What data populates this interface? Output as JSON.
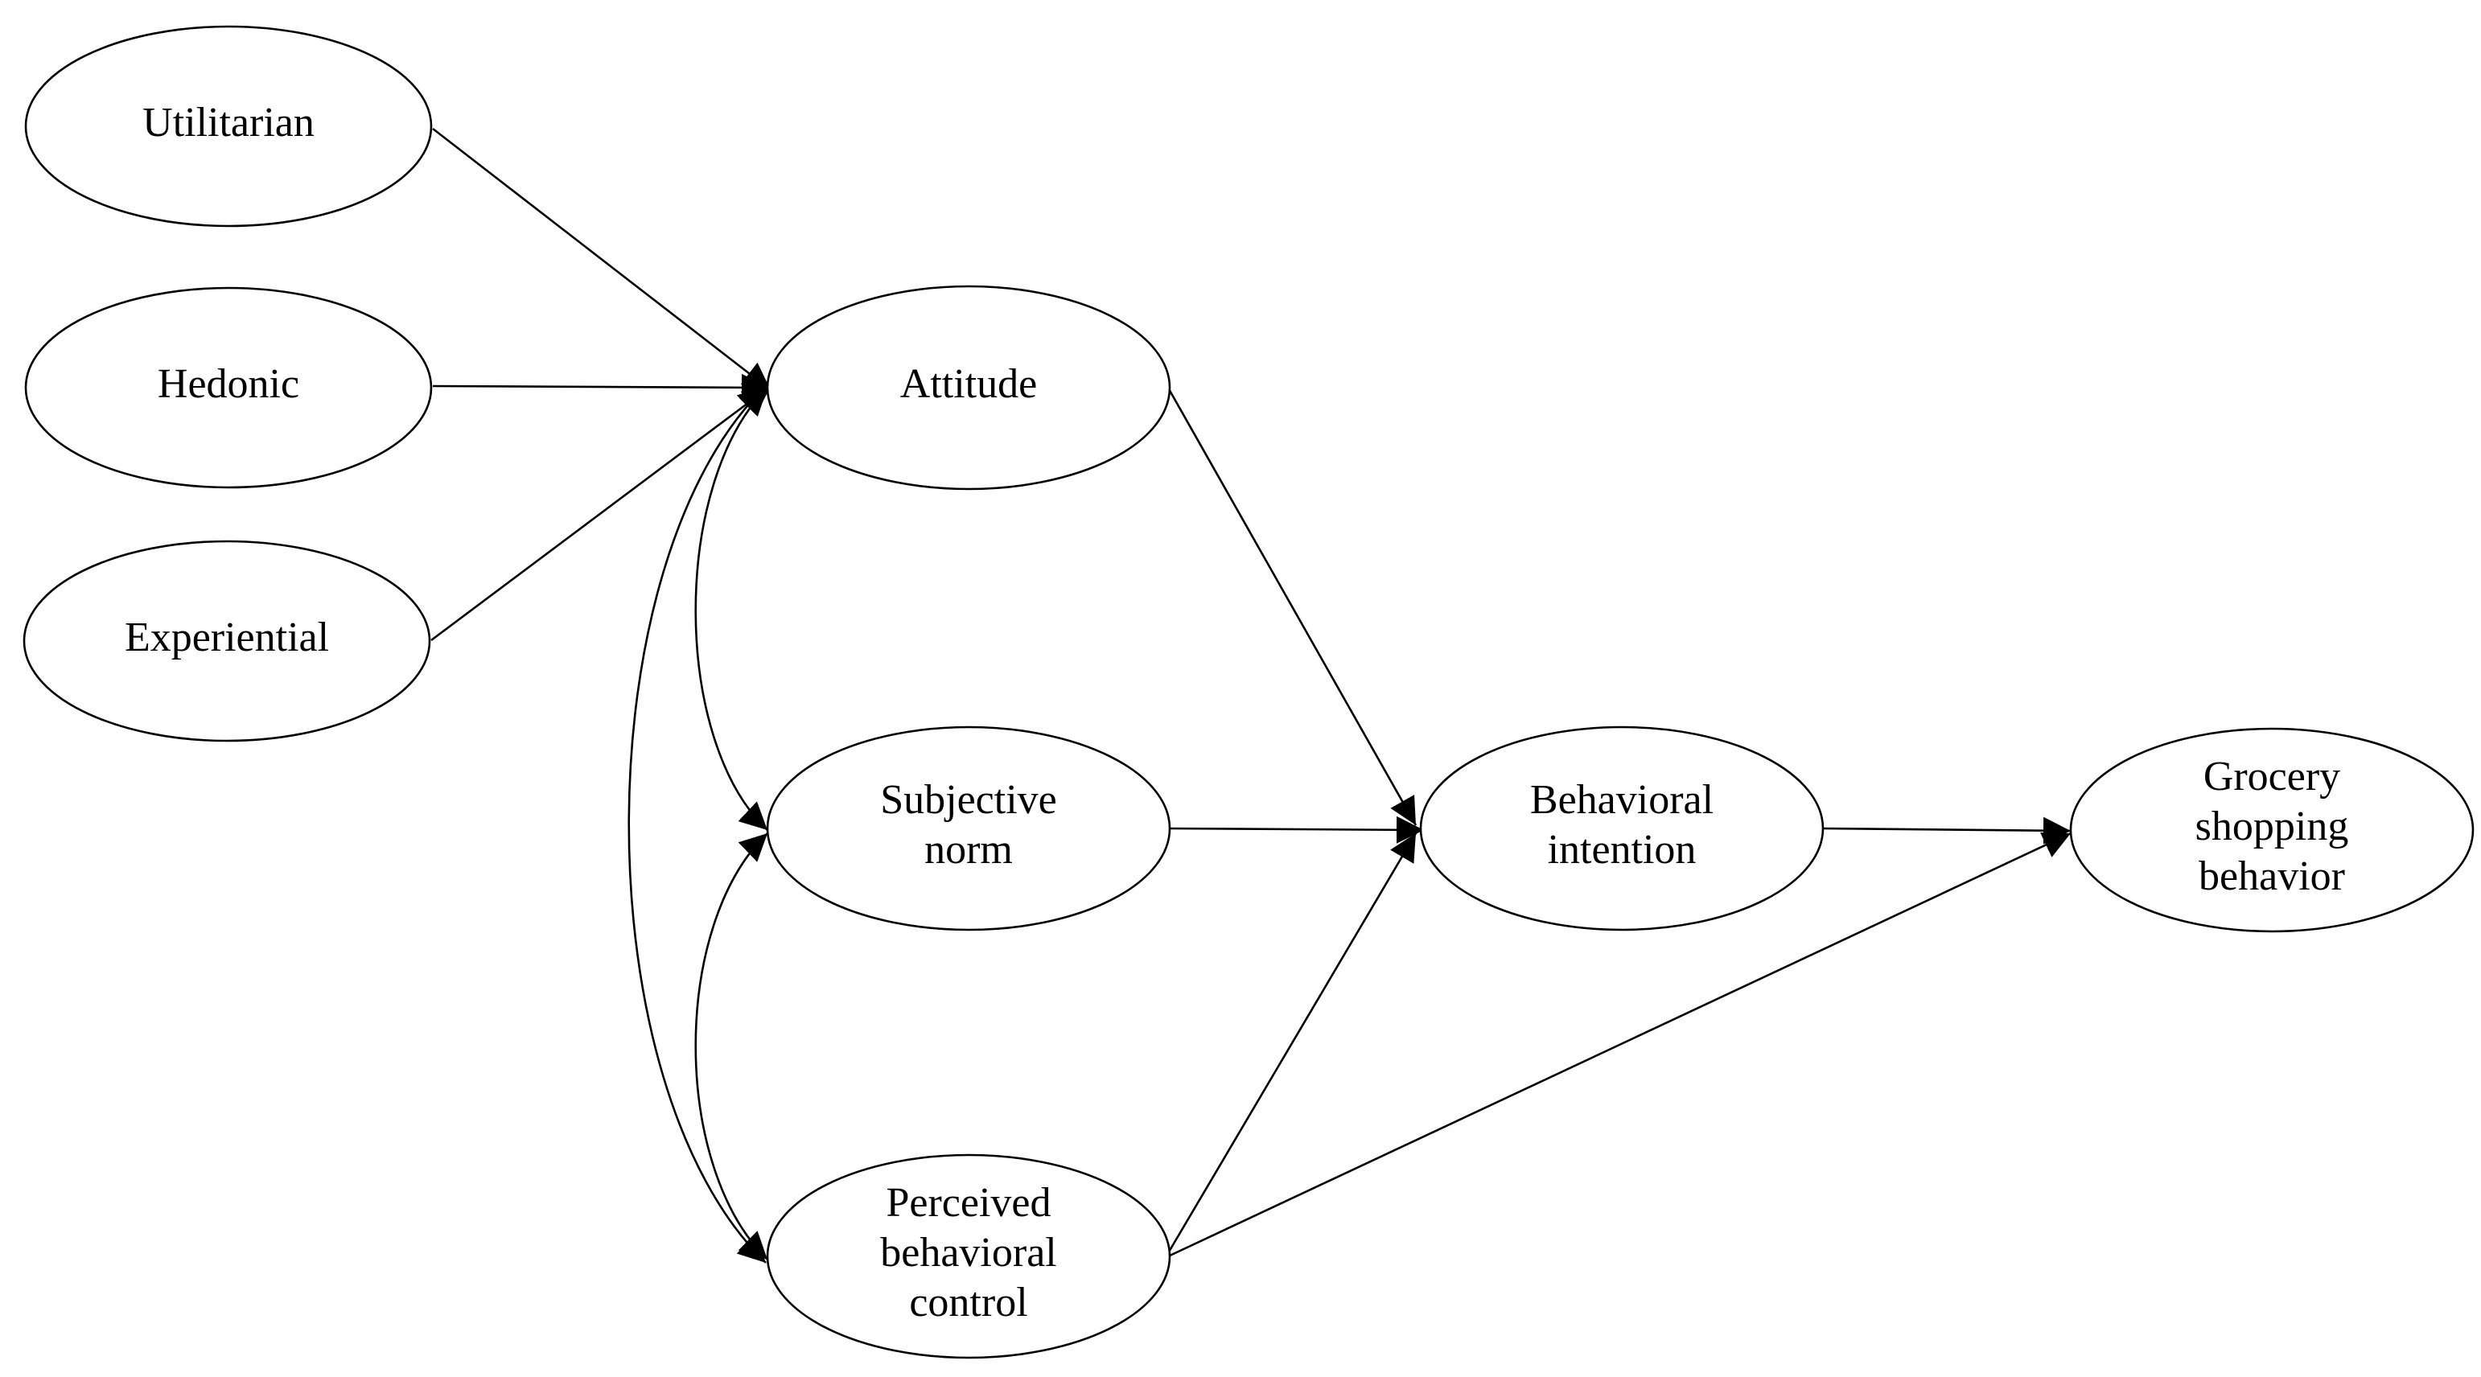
{
  "nodes": {
    "utilitarian": [
      "Utilitarian"
    ],
    "hedonic": [
      "Hedonic"
    ],
    "experiential": [
      "Experiential"
    ],
    "attitude": [
      "Attitude"
    ],
    "subjective_norm": [
      "Subjective",
      "norm"
    ],
    "perceived_behavioral_control": [
      "Perceived",
      "behavioral",
      "control"
    ],
    "behavioral_intention": [
      "Behavioral",
      "intention"
    ],
    "grocery_shopping_behavior": [
      "Grocery",
      "shopping",
      "behavior"
    ]
  },
  "edges": [
    {
      "from": "utilitarian",
      "to": "attitude",
      "type": "directed"
    },
    {
      "from": "hedonic",
      "to": "attitude",
      "type": "directed"
    },
    {
      "from": "experiential",
      "to": "attitude",
      "type": "directed"
    },
    {
      "from": "attitude",
      "to": "behavioral_intention",
      "type": "directed"
    },
    {
      "from": "subjective_norm",
      "to": "behavioral_intention",
      "type": "directed"
    },
    {
      "from": "perceived_behavioral_control",
      "to": "behavioral_intention",
      "type": "directed"
    },
    {
      "from": "behavioral_intention",
      "to": "grocery_shopping_behavior",
      "type": "directed"
    },
    {
      "from": "perceived_behavioral_control",
      "to": "grocery_shopping_behavior",
      "type": "directed"
    },
    {
      "from": "attitude",
      "to": "subjective_norm",
      "type": "correlation"
    },
    {
      "from": "subjective_norm",
      "to": "perceived_behavioral_control",
      "type": "correlation"
    },
    {
      "from": "attitude",
      "to": "perceived_behavioral_control",
      "type": "correlation"
    }
  ],
  "colors": {
    "stroke": "#000000",
    "fill": "#ffffff",
    "text": "#000000"
  }
}
